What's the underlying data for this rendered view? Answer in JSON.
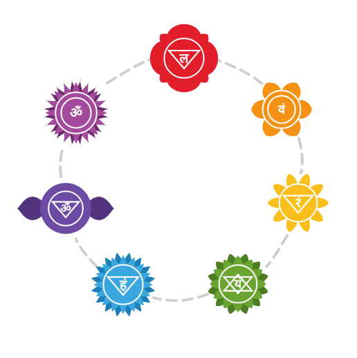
{
  "chakras": [
    {
      "key": "root",
      "glyph": "ल",
      "color": "#e31e2b",
      "dark": "#b3101c",
      "shape": "lotus4",
      "petals": 4
    },
    {
      "key": "sacral",
      "glyph": "वं",
      "color": "#f39214",
      "dark": "#c96e08",
      "shape": "lotus6",
      "petals": 6
    },
    {
      "key": "solar-plexus",
      "glyph": "रं",
      "color": "#f9c01d",
      "dark": "#e59a10",
      "shape": "lotus10",
      "petals": 10
    },
    {
      "key": "heart",
      "glyph": "यं",
      "color": "#6aa532",
      "dark": "#4c7d20",
      "shape": "lotus12",
      "petals": 12
    },
    {
      "key": "throat",
      "glyph": "हं",
      "color": "#3aa8df",
      "dark": "#1e7fb6",
      "shape": "lotus16",
      "petals": 16
    },
    {
      "key": "third-eye",
      "glyph": "ॐ",
      "color": "#6d4aa3",
      "dark": "#52347e",
      "shape": "wings",
      "petals": 2
    },
    {
      "key": "crown",
      "glyph": "ॐ",
      "color": "#a44a9c",
      "dark": "#6f2a6a",
      "shape": "lotus1000",
      "petals": 20
    }
  ],
  "ring": {
    "stroke": "#cfcfcf",
    "dash": "dashed"
  }
}
